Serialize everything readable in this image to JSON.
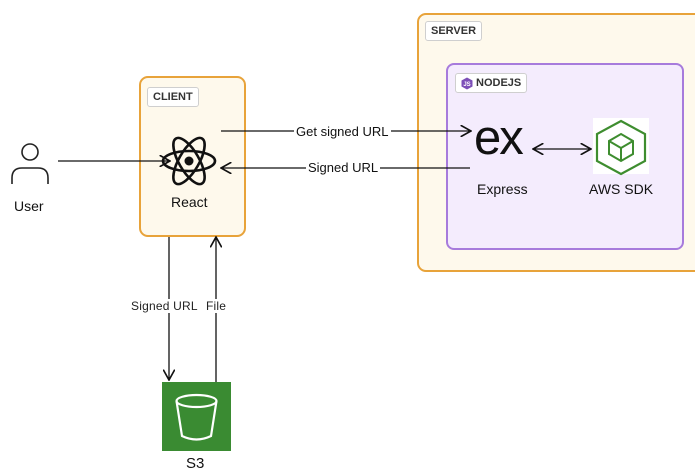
{
  "nodes": {
    "user": {
      "label": "User",
      "icon": "user-icon"
    },
    "client": {
      "tag": "CLIENT",
      "react_label": "React",
      "icon": "react-icon"
    },
    "server": {
      "tag": "SERVER"
    },
    "nodejs": {
      "tag": "NODEJS",
      "icon": "nodejs-icon"
    },
    "express": {
      "label": "Express",
      "logo_text": "ex"
    },
    "aws_sdk": {
      "label": "AWS SDK",
      "icon": "cube-icon"
    },
    "s3": {
      "label": "S3",
      "icon": "bucket-icon"
    }
  },
  "edges": {
    "get_signed_url": "Get signed URL",
    "signed_url": "Signed URL",
    "signed_url_down": "Signed URL",
    "file_up": "File"
  },
  "colors": {
    "client_border": "#e8a33a",
    "client_fill": "#fef9ec",
    "server_border": "#e8a33a",
    "server_fill": "#fef9ec",
    "nodejs_border": "#a77bdc",
    "nodejs_fill": "#f4ecfd",
    "aws_green": "#3e8d2f",
    "s3_green": "#3a8b32"
  }
}
